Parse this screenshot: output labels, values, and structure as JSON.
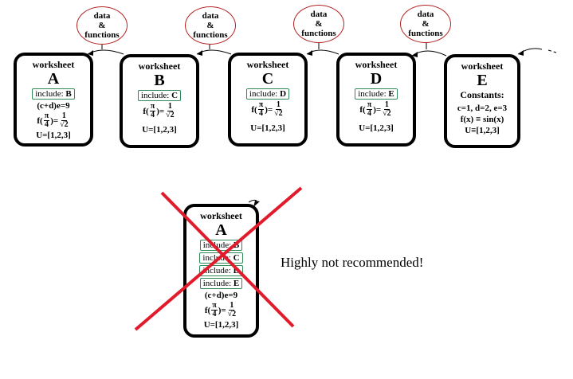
{
  "bubble_label": [
    "data",
    "&",
    "functions"
  ],
  "worksheet_label": "worksheet",
  "chain": [
    {
      "letter": "A",
      "include": "B",
      "lines": [
        "(c+d)e=9"
      ],
      "has_f": true,
      "u": "U=[1,2,3]"
    },
    {
      "letter": "B",
      "include": "C",
      "lines": [],
      "has_f": true,
      "u": "U=[1,2,3]"
    },
    {
      "letter": "C",
      "include": "D",
      "lines": [],
      "has_f": true,
      "u": "U=[1,2,3]"
    },
    {
      "letter": "D",
      "include": "E",
      "lines": [],
      "has_f": true,
      "u": "U=[1,2,3]"
    },
    {
      "letter": "E",
      "include": "",
      "lines": [
        "Constants:",
        "c=1, d=2, e=3",
        "f(x) ≡ sin(x)"
      ],
      "has_f": false,
      "u": "U≡[1,2,3]"
    }
  ],
  "include_prefix": "include: ",
  "f_expr": {
    "lhs": "f(",
    "num": "π",
    "den": "4",
    "mid": ")=",
    "one": "1",
    "root": "√2"
  },
  "bad_worksheet": {
    "letter": "A",
    "includes": [
      "B",
      "C",
      "D",
      "E"
    ],
    "lines": [
      "(c+d)e=9"
    ],
    "u": "U=[1,2,3]"
  },
  "note": "Highly not recommended!"
}
